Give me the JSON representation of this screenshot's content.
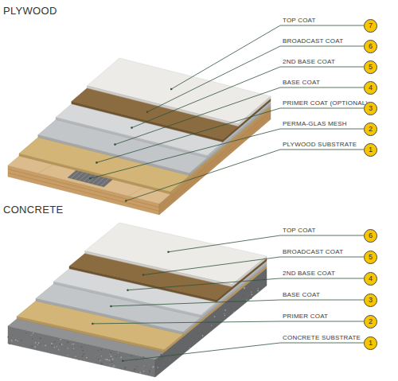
{
  "diagram": {
    "nodes": [
      {
        "text": [
          "7"
        ]
      },
      {
        "text": [
          "6"
        ]
      },
      {
        "text": [
          "5"
        ]
      },
      {
        "text": [
          "4"
        ]
      },
      {
        "text": [
          "3"
        ]
      },
      {
        "text": [
          "2"
        ]
      },
      {
        "text": [
          "1"
        ]
      },
      {
        "text": [
          "6"
        ]
      },
      {
        "text": [
          "5"
        ]
      },
      {
        "text": [
          "4"
        ]
      },
      {
        "text": [
          "3"
        ]
      },
      {
        "text": [
          "2"
        ]
      },
      {
        "text": [
          "1"
        ]
      }
    ],
    "labels": [
      "PLYWOOD",
      "TOP COAT",
      "BROADCAST COAT",
      "2ND BASE COAT",
      "BASE COAT",
      "PRIMER COAT (OPTIONAL)",
      "PERMA-GLAS MESH",
      "PLYWOOD SUBSTRATE",
      "CONCRETE",
      "TOP COAT",
      "BROADCAST COAT",
      "2ND BASE COAT",
      "BASE COAT",
      "PRIMER COAT",
      "CONCRETE SUBSTRATE"
    ]
  }
}
